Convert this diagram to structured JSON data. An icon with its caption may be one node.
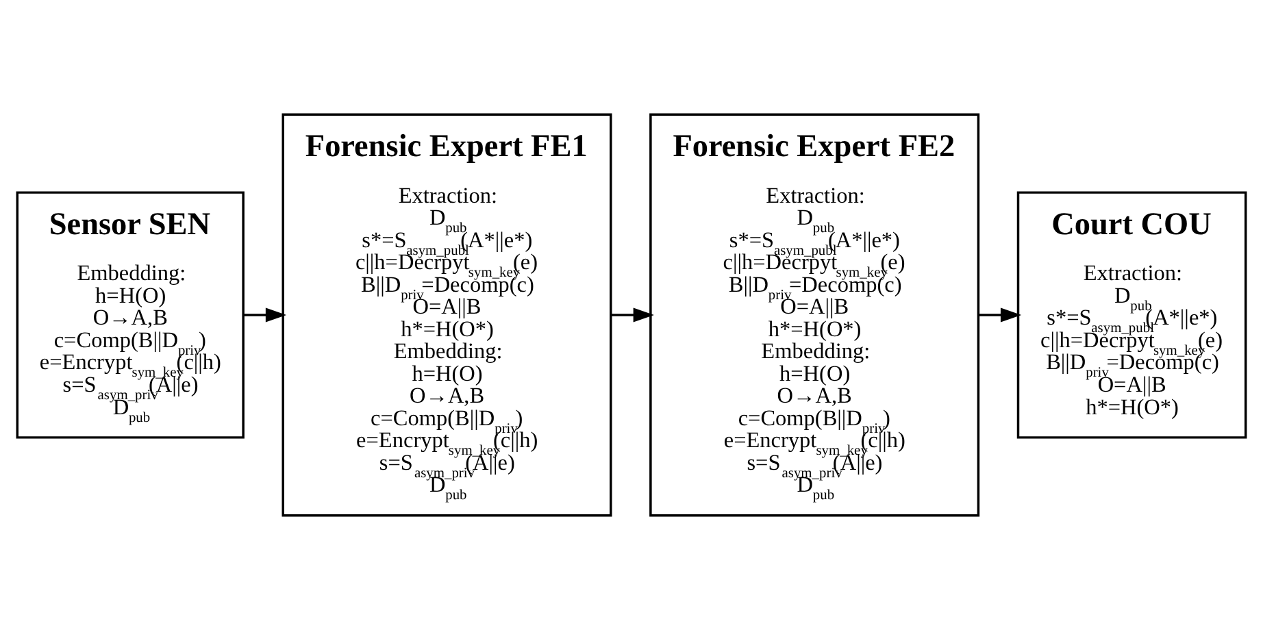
{
  "diagram": {
    "nodes": [
      {
        "text": [
          "Sensor SEN",
          "Embedding:",
          "h=H(O)",
          "O→A,B",
          "c=Comp(B||D$_{priv}$)",
          "e=Encrypt$_{sym_key}$(c||h)",
          "s=S$_{asym_priv}$(A||e)",
          "D$_{pub}$"
        ]
      },
      {
        "text": [
          "Forensic Expert FE1",
          "Extraction:",
          "D$_{pub}$",
          "s*=S$_{asym_publ}$(A*||e*)",
          "c||h=Decrpyt$_{sym_key}$(e)",
          "B||D$_{priv}$=Decomp(c)",
          "O=A||B",
          "h*=H(O*)",
          "Embedding:",
          "h=H(O)",
          "O→A,B",
          "c=Comp(B||D$_{priv}$)",
          "e=Encrypt$_{sym_key}$(c||h)",
          "s=S$_{asym_priv}$(A||e)",
          "D$_{pub}$"
        ]
      },
      {
        "text": [
          "Forensic Expert FE2",
          "Extraction:",
          "D$_{pub}$",
          "s*=S$_{asym_publ}$(A*||e*)",
          "c||h=Decrpyt$_{sym_key}$(e)",
          "B||D$_{priv}$=Decomp(c)",
          "O=A||B",
          "h*=H(O*)",
          "Embedding:",
          "h=H(O)",
          "O→A,B",
          "c=Comp(B||D$_{priv}$)",
          "e=Encrypt$_{sym_key}$(c||h)",
          "s=S$_{asym_priv}$(A||e)",
          "D$_{pub}$"
        ]
      },
      {
        "text": [
          "Court COU",
          "Extraction:",
          "D$_{pub}$",
          "s*=S$_{asym_publ}$(A*||e*)",
          "c||h=Decrpyt$_{sym_key}$(e)",
          "B||D$_{priv}$=Decomp(c)",
          "O=A||B",
          "h*=H(O*)"
        ]
      }
    ],
    "edges": [
      {
        "from": 0,
        "to": 1,
        "arrow": "to"
      },
      {
        "from": 1,
        "to": 2,
        "arrow": "to"
      },
      {
        "from": 2,
        "to": 3,
        "arrow": "to"
      }
    ]
  }
}
